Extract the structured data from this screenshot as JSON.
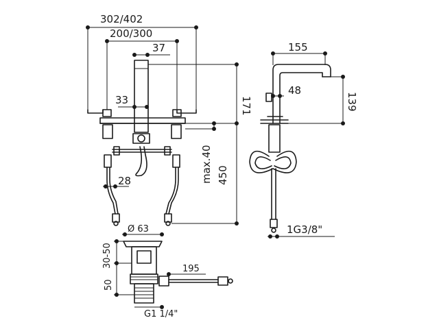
{
  "dimensions": {
    "overall_width": "302/402",
    "spout_width": "200/300",
    "spout_diameter": "37",
    "handle_diameter": "33",
    "base_height": "171",
    "deck_thickness": "max.40",
    "hose_length": "450",
    "hose_fitting": "28",
    "side_reach": "155",
    "side_height": "139",
    "side_diameter": "48",
    "connection": "1G3/8\"",
    "drain_diameter": "Ø 63",
    "drain_top": "30-50",
    "drain_body": "50",
    "drain_rod": "195",
    "drain_thread": "G1 1/4\""
  },
  "colors": {
    "line": "#1a1a1a",
    "background": "#ffffff"
  }
}
